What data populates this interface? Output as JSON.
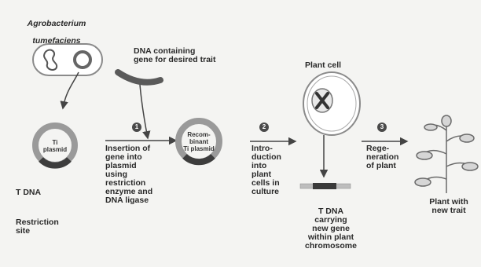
{
  "bacterium": {
    "name_line1": "Agrobacterium",
    "name_line2": "tumefaciens"
  },
  "dna_source": {
    "label": "DNA containing\ngene for desired trait"
  },
  "ti_plasmid": {
    "label": "Ti\nplasmid"
  },
  "recombinant_plasmid": {
    "label": "Recom-\nbinant\nTi plasmid"
  },
  "t_dna": {
    "label": "T DNA"
  },
  "restriction_site": {
    "label": "Restriction\nsite"
  },
  "plant_cell": {
    "label": "Plant cell"
  },
  "steps": [
    {
      "number": "1",
      "text": "Insertion of\ngene into\nplasmid\nusing\nrestriction\nenzyme and\nDNA ligase"
    },
    {
      "number": "2",
      "text": "Intro-\nduction\ninto\nplant\ncells in\nculture"
    },
    {
      "number": "3",
      "text": "Rege-\nneration\nof plant"
    }
  ],
  "t_dna_carrying": {
    "label": "T DNA\ncarrying\nnew gene\nwithin plant\nchromosome"
  },
  "final_plant": {
    "label": "Plant with\nnew trait"
  }
}
